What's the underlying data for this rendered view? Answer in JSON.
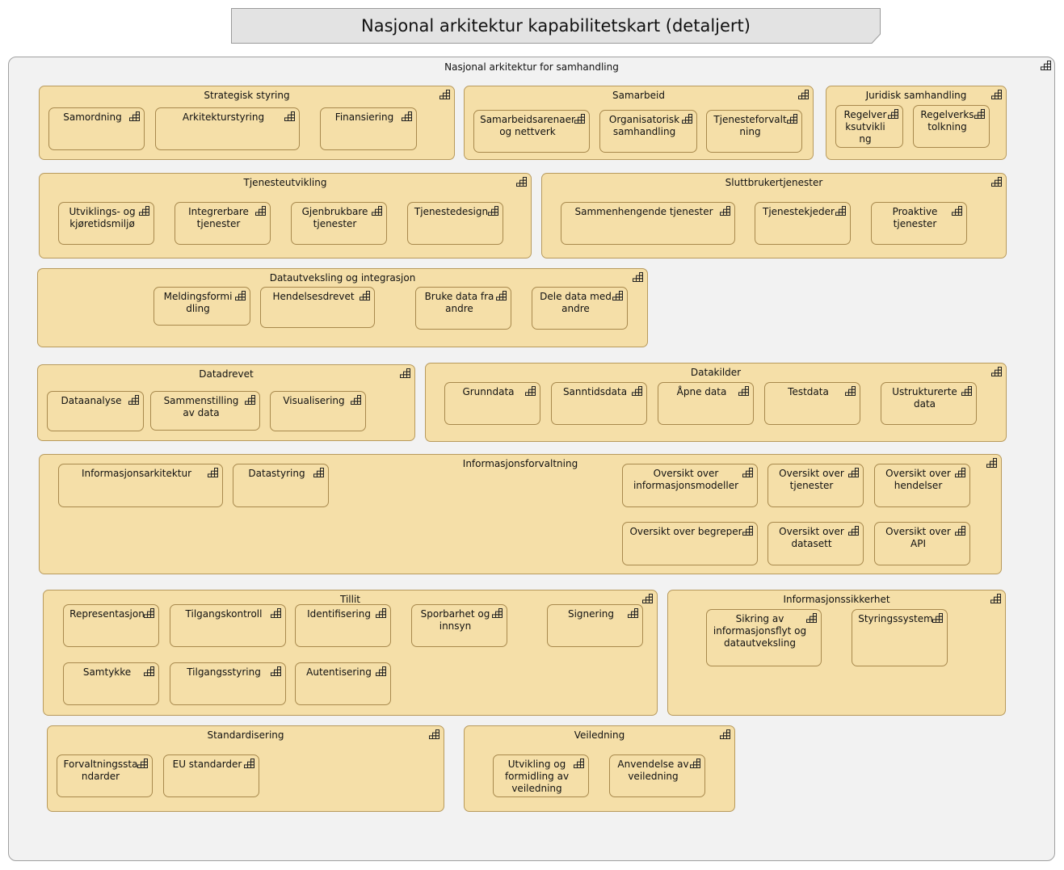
{
  "title": "Nasjonal arkitektur kapabilitetskart (detaljert)",
  "outer_label": "Nasjonal arkitektur for samhandling",
  "icon": "capability-icon",
  "colors": {
    "fill": "#f5dfa8",
    "border": "#a8894d",
    "outer": "#f2f2f2",
    "title": "#e3e3e3"
  },
  "groups": [
    {
      "label": "Strategisk styring",
      "capabilities": [
        "Samordning",
        "Arkitekturstyring",
        "Finansiering"
      ]
    },
    {
      "label": "Samarbeid",
      "capabilities": [
        "Samarbeidsarenaer\nog nettverk",
        "Organisatorisk\nsamhandling",
        "Tjenesteforvalt\nning"
      ]
    },
    {
      "label": "Juridisk samhandling",
      "capabilities": [
        "Regelver\nksutvikli\nng",
        "Regelverks\ntolkning"
      ]
    },
    {
      "label": "Tjenesteutvikling",
      "capabilities": [
        "Utviklings- og\nkjøretidsmiljø",
        "Integrerbare\ntjenester",
        "Gjenbrukbare\ntjenester",
        "Tjenestedesign"
      ]
    },
    {
      "label": "Sluttbrukertjenester",
      "capabilities": [
        "Sammenhengende tjenester",
        "Tjenestekjeder",
        "Proaktive\ntjenester"
      ]
    },
    {
      "label": "Datautveksling og integrasjon",
      "capabilities": [
        "Meldingsformi\ndling",
        "Hendelsesdrevet",
        "Bruke data fra\nandre",
        "Dele data med\nandre"
      ]
    },
    {
      "label": "Datadrevet",
      "capabilities": [
        "Dataanalyse",
        "Sammenstilling\nav data",
        "Visualisering"
      ]
    },
    {
      "label": "Datakilder",
      "capabilities": [
        "Grunndata",
        "Sanntidsdata",
        "Åpne data",
        "Testdata",
        "Ustrukturerte\ndata"
      ]
    },
    {
      "label": "Informasjonsforvaltning",
      "capabilities": [
        "Informasjonsarkitektur",
        "Datastyring",
        "Oversikt over\ninformasjonsmodeller",
        "Oversikt over\ntjenester",
        "Oversikt over\nhendelser",
        "Oversikt over begreper",
        "Oversikt over\ndatasett",
        "Oversikt over\nAPI"
      ]
    },
    {
      "label": "Tillit",
      "capabilities": [
        "Representasjon",
        "Tilgangskontroll",
        "Identifisering",
        "Sporbarhet og\ninnsyn",
        "Signering",
        "Samtykke",
        "Tilgangsstyring",
        "Autentisering"
      ]
    },
    {
      "label": "Informasjonssikkerhet",
      "capabilities": [
        "Sikring av\ninformasjonsflyt og\ndatautveksling",
        "Styringssystem"
      ]
    },
    {
      "label": "Standardisering",
      "capabilities": [
        "Forvaltningssta\nndarder",
        "EU standarder"
      ]
    },
    {
      "label": "Veiledning",
      "capabilities": [
        "Utvikling og\nformidling av\nveiledning",
        "Anvendelse av\nveiledning"
      ]
    }
  ]
}
